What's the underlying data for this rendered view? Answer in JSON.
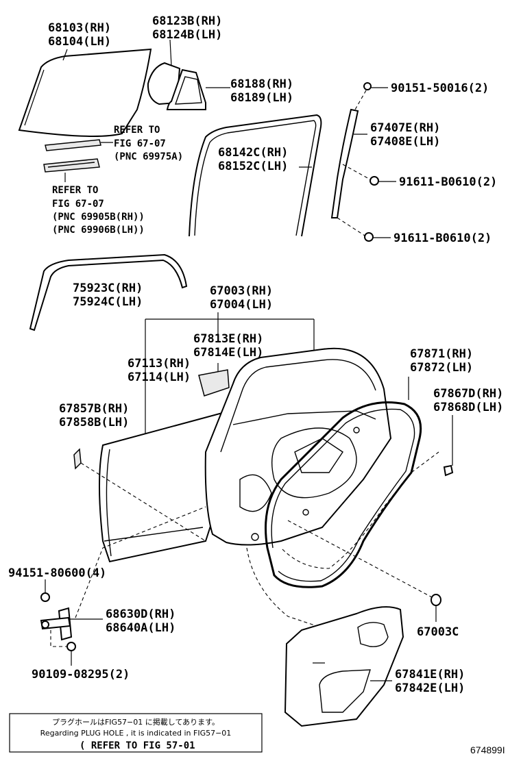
{
  "labels": {
    "glass_rh": "68103(RH)",
    "glass_lh": "68104(LH)",
    "qglass_rh": "68123B(RH)",
    "qglass_lh": "68124B(LH)",
    "qseal_rh": "68188(RH)",
    "qseal_lh": "68189(LH)",
    "ref1_a": "REFER TO",
    "ref1_b": "FIG 67-07",
    "ref1_c": "(PNC 69975A)",
    "run_rh": "68142C(RH)",
    "run_lh": "68152C(LH)",
    "clip_top": "90151-50016(2)",
    "frame_rh": "67407E(RH)",
    "frame_lh": "67408E(LH)",
    "bolt1": "91611-B0610(2)",
    "bolt2": "91611-B0610(2)",
    "ref2_a": "REFER TO",
    "ref2_b": "FIG 67-07",
    "ref2_c": "(PNC 69905B(RH))",
    "ref2_d": "(PNC 69906B(LH))",
    "mould_rh": "75923C(RH)",
    "mould_lh": "75924C(LH)",
    "door_rh": "67003(RH)",
    "door_lh": "67004(LH)",
    "cover_rh": "67813E(RH)",
    "cover_lh": "67814E(LH)",
    "outer_rh": "67113(RH)",
    "outer_lh": "67114(LH)",
    "ws_rh": "67871(RH)",
    "ws_lh": "67872(LH)",
    "clipw_rh": "67867D(RH)",
    "clipw_lh": "67868D(LH)",
    "pad_rh": "67857B(RH)",
    "pad_lh": "67858B(LH)",
    "bolt3": "94151-80600(4)",
    "hinge_rh": "68630D(RH)",
    "hinge_lh": "68640A(LH)",
    "plug": "67003C",
    "screw": "90109-08295(2)",
    "trim_rh": "67841E(RH)",
    "trim_lh": "67842E(LH)"
  },
  "footer": {
    "note_jp": "プラグホールはFIG57−01 に掲載してあります。",
    "note_en": "Regarding PLUG HOLE , it is indicated in FIG57−01",
    "note_ref": "( REFER TO FIG 57-01",
    "figure_code": "674899I"
  }
}
